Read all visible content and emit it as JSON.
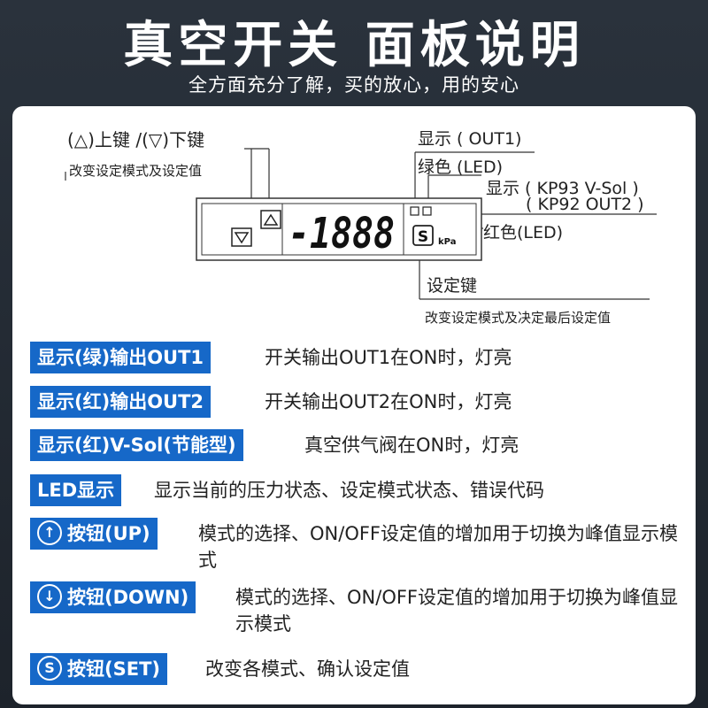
{
  "header": {
    "title": "真空开关 面板说明",
    "subtitle": "全方面充分了解，买的放心，用的安心"
  },
  "diagram": {
    "up_down_keys": "(△)上键 /(▽)下键",
    "up_down_desc": "改变设定模式及设定值",
    "display_out1": "显示 ( OUT1)",
    "green_led": "绿色 (LED)",
    "display_kp93": "显示 ( KP93 V-Sol )",
    "display_kp92": "( KP92 OUT2 )",
    "red_led": "红色(LED)",
    "set_key": "设定键",
    "set_key_desc": "改变设定模式及决定最后设定值",
    "lcd_digits": "-1888",
    "unit": "kPa",
    "s_button": "S"
  },
  "rows": [
    {
      "tag": "显示(绿)输出OUT1",
      "desc": "开关输出OUT1在ON时，灯亮",
      "icon": ""
    },
    {
      "tag": "显示(红)输出OUT2",
      "desc": "开关输出OUT2在ON时，灯亮",
      "icon": ""
    },
    {
      "tag": "显示(红)V-Sol(节能型)",
      "desc": "真空供气阀在ON时，灯亮",
      "icon": ""
    },
    {
      "tag": "LED显示",
      "desc": "显示当前的压力状态、设定模式状态、错误代码",
      "icon": ""
    },
    {
      "tag": "按钮(UP)",
      "desc": "模式的选择、ON/OFF设定值的增加用于切换为峰值显示模式",
      "icon": "arrow-up-icon"
    },
    {
      "tag": "按钮(DOWN)",
      "desc": "模式的选择、ON/OFF设定值的增加用于切换为峰值显示模式",
      "icon": "arrow-down-icon"
    },
    {
      "tag": "按钮(SET)",
      "desc": "改变各模式、确认设定值",
      "icon": "s-icon"
    }
  ],
  "icon_glyphs": {
    "up": "↑",
    "down": "↓",
    "s": "S"
  },
  "colors": {
    "tag_blue": "#1668c8",
    "background": "#222932"
  }
}
